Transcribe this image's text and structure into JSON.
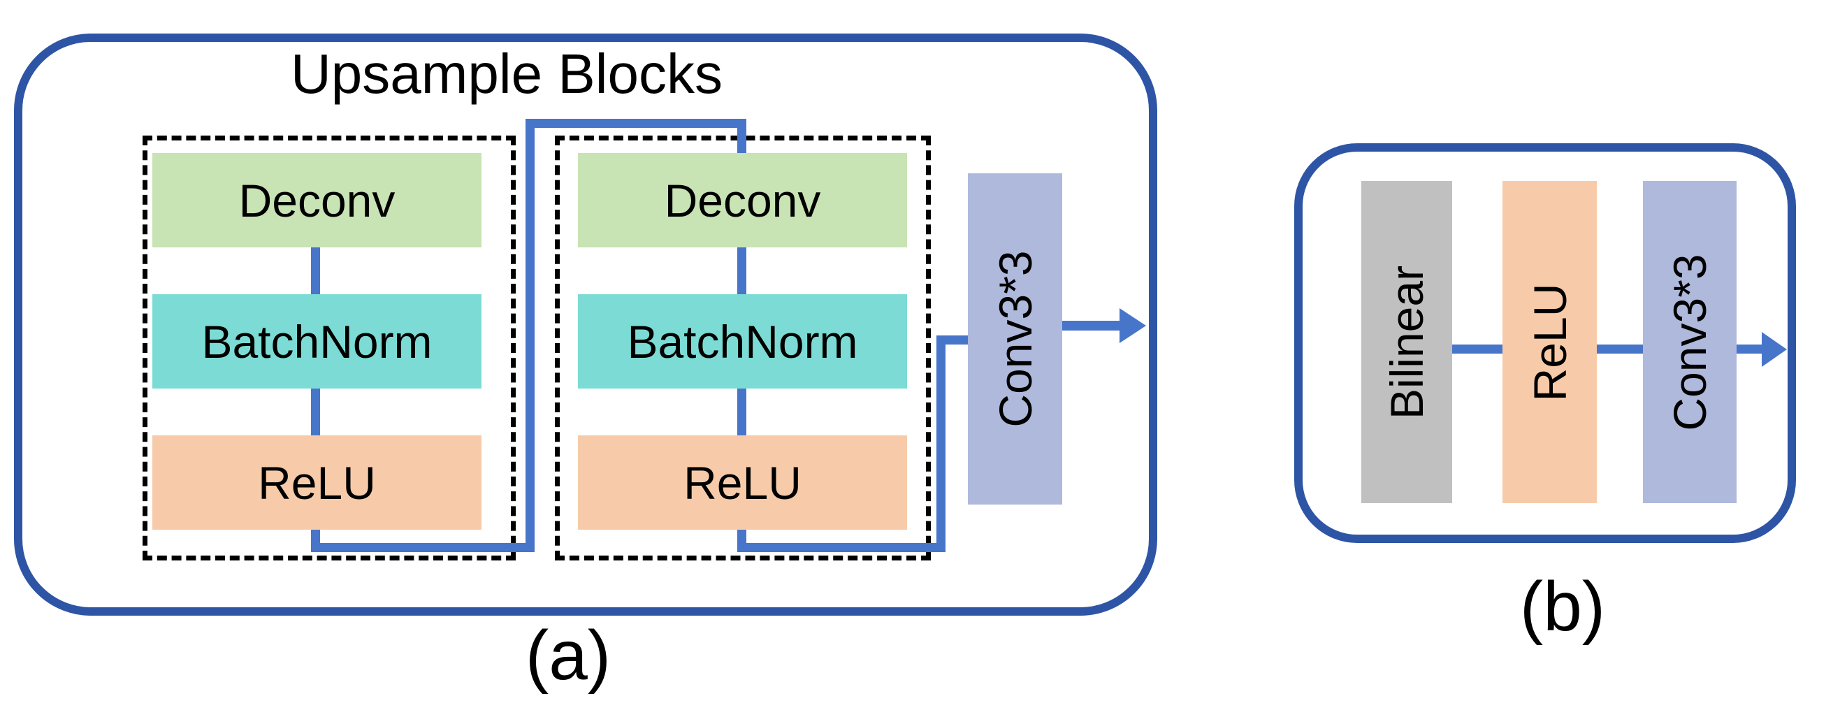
{
  "diagram": {
    "panel_a": {
      "caption": "(a)",
      "title": "Upsample Blocks",
      "upsample_blocks": [
        [
          "Deconv",
          "BatchNorm",
          "ReLU"
        ],
        [
          "Deconv",
          "BatchNorm",
          "ReLU"
        ]
      ],
      "output_layer": "Conv3*3"
    },
    "panel_b": {
      "caption": "(b)",
      "layers": [
        "Bilinear",
        "ReLU",
        "Conv3*3"
      ]
    },
    "colors": {
      "frame_border": "#2e55a5",
      "connector": "#4775ca",
      "deconv_fill": "#c8e3b4",
      "batchnorm_fill": "#7cdcd5",
      "relu_fill": "#f7cba9",
      "conv_fill": "#aeb9dc",
      "bilinear_fill": "#c0c0c0",
      "dashed_border": "#000000",
      "text": "#000000"
    }
  }
}
